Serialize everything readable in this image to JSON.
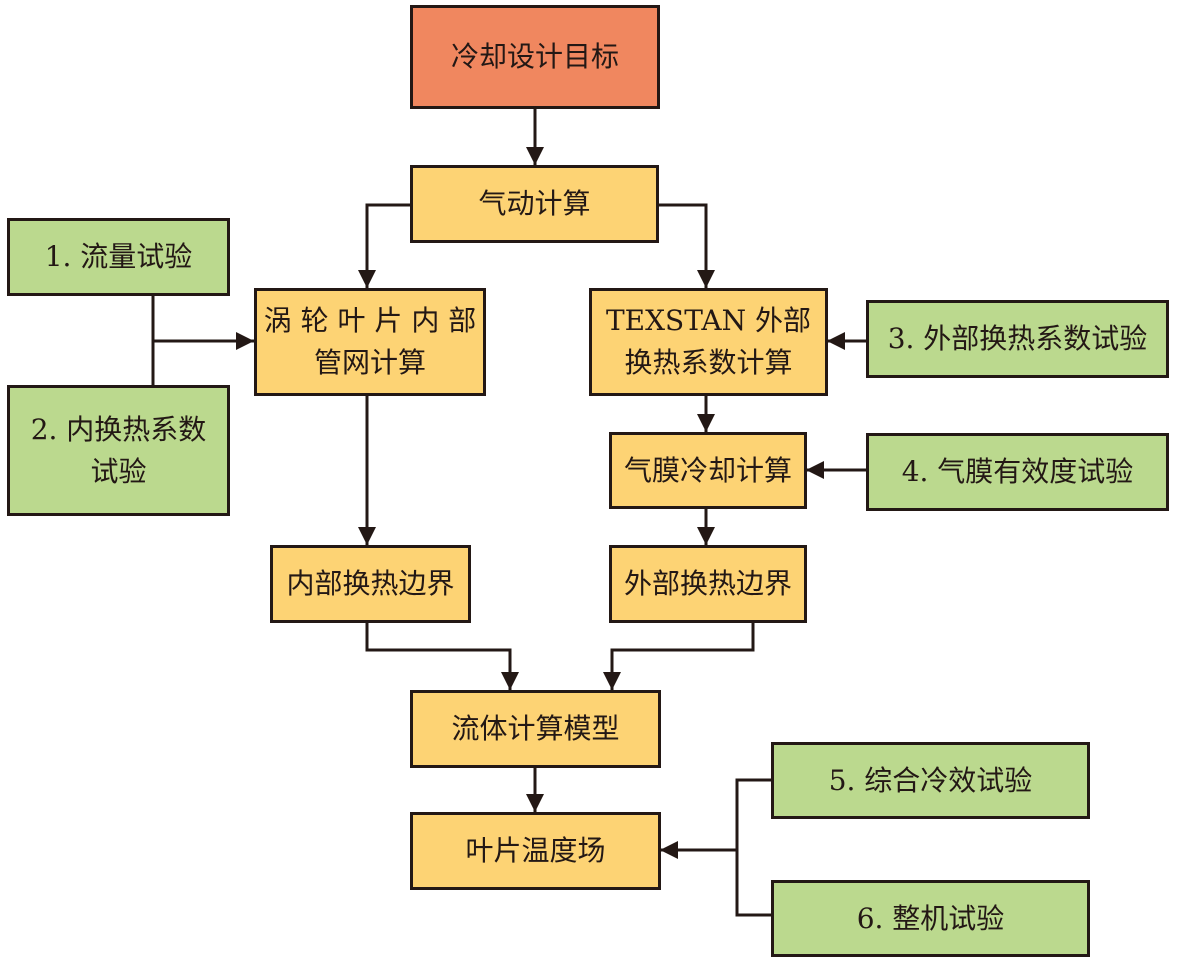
{
  "colors": {
    "goal": "#F0875F",
    "calculation": "#FDD374",
    "test": "#BBD98E",
    "line": "#231815"
  },
  "nodes": {
    "goal": "冷却设计目标",
    "aero": "气动计算",
    "test1": "1. 流量试验",
    "test2_line1": "2. 内换热系数",
    "test2_line2": "试验",
    "internal_net_line1": "涡 轮 叶 片 内 部",
    "internal_net_line2": "管网计算",
    "texstan_line1": "TEXSTAN 外部",
    "texstan_line2": "换热系数计算",
    "test3": "3. 外部换热系数试验",
    "film": "气膜冷却计算",
    "test4": "4. 气膜有效度试验",
    "internal_bc": "内部换热边界",
    "external_bc": "外部换热边界",
    "fluid_model": "流体计算模型",
    "blade_temp": "叶片温度场",
    "test5": "5. 综合冷效试验",
    "test6": "6. 整机试验"
  }
}
